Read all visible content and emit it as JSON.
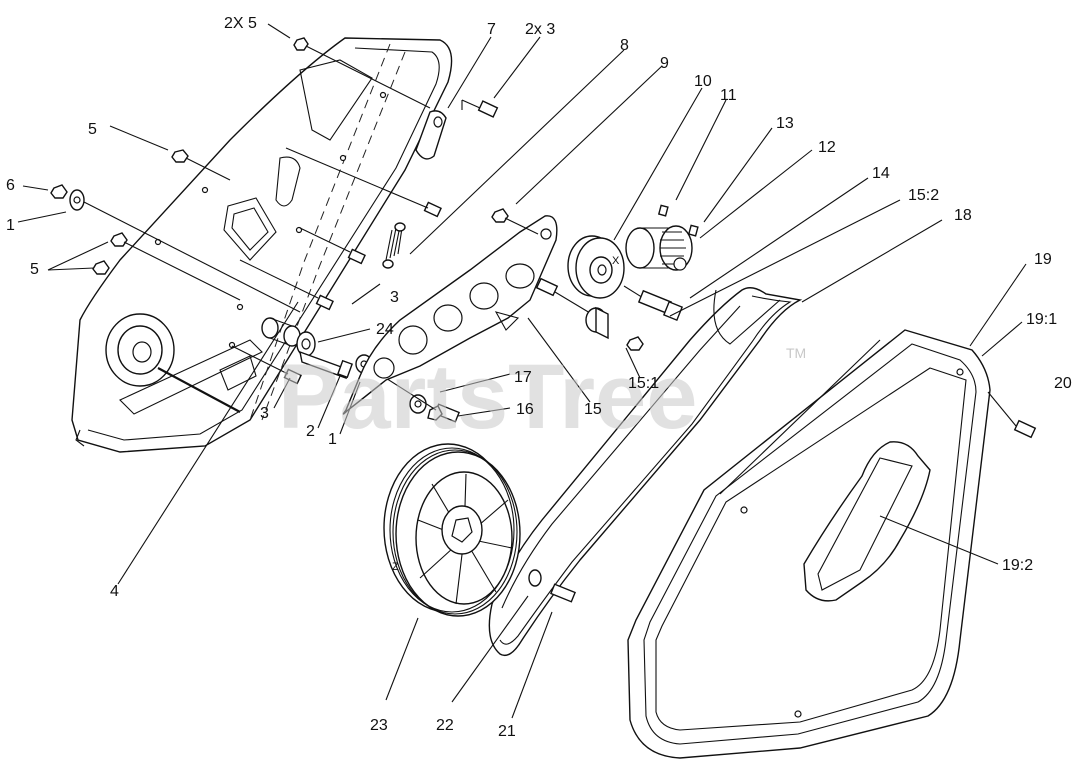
{
  "watermark": {
    "text": "PartsTree",
    "trademark": "TM"
  },
  "callouts": {
    "c2x5": "2X 5",
    "c7": "7",
    "c2x3": "2x 3",
    "c8": "8",
    "c9": "9",
    "c10": "10",
    "c11": "11",
    "c13": "13",
    "c12": "12",
    "c5a": "5",
    "c6": "6",
    "c1a": "1",
    "c5b": "5",
    "c14": "14",
    "c15_2": "15:2",
    "c18": "18",
    "c19": "19",
    "c19_1": "19:1",
    "c3a": "3",
    "c24": "24",
    "c20": "20",
    "c17": "17",
    "c16": "16",
    "c15_1": "15:1",
    "c15": "15",
    "c3b": "3",
    "c2": "2",
    "c1b": "1",
    "c19_2": "19:2",
    "c4": "4",
    "c23": "23",
    "c22": "22",
    "c21": "21"
  },
  "pulley_marks": {
    "x": "X",
    "z": "Z"
  }
}
